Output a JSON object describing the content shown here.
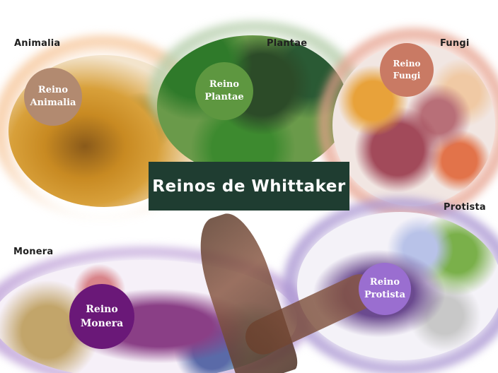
{
  "title": "Reinos de Whittaker",
  "kingdoms": [
    {
      "id": "animalia",
      "label": "Animalia",
      "badge_line1": "Reino",
      "badge_line2": "Animalia",
      "color": "#b28a70",
      "halo_color": "#f6c496"
    },
    {
      "id": "plantae",
      "label": "Plantae",
      "badge_line1": "Reino",
      "badge_line2": "Plantae",
      "color": "#5e9740",
      "halo_color": "#b4cdaa"
    },
    {
      "id": "fungi",
      "label": "Fungi",
      "badge_line1": "Reino",
      "badge_line2": "Fungi",
      "color": "#c97a64",
      "halo_color": "#e6a08c"
    },
    {
      "id": "protista",
      "label": "Protista",
      "badge_line1": "Reino",
      "badge_line2": "Protista",
      "color": "#9a6ed0",
      "halo_color": "#aa96d2"
    },
    {
      "id": "monera",
      "label": "Monera",
      "badge_line1": "Reino",
      "badge_line2": "Monera",
      "color": "#6a1878",
      "halo_color": "#bea0d7"
    }
  ],
  "colors": {
    "title_background": "#1f3d31",
    "title_text": "#ffffff",
    "label_text": "#1f1f1f"
  }
}
